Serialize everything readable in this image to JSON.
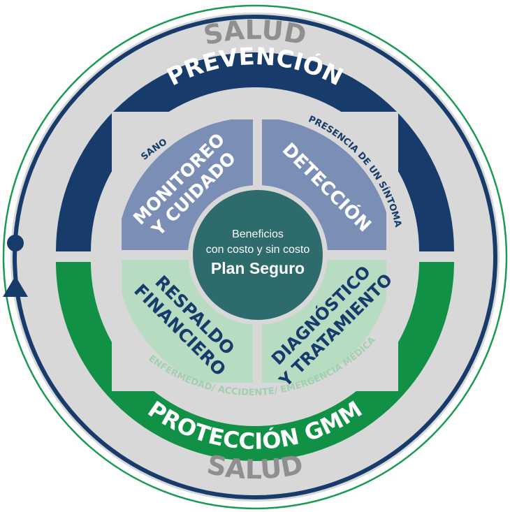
{
  "outer_top": "SALUD",
  "outer_bottom": "SALUD",
  "band_top": "PREVENCIÓN",
  "band_bottom": "PROTECCIÓN GMM",
  "quadrants": {
    "top_left": {
      "line1": "MONITOREO",
      "line2": "Y CUIDADO",
      "side_label": "SANO"
    },
    "top_right": {
      "line1": "DETECCIÓN",
      "side_label": "PRESENCIA DE UN SÍNTOMA"
    },
    "bottom_left": {
      "line1": "RESPALDO",
      "line2": "FINANCIERO"
    },
    "bottom_right": {
      "line1": "DIAGNÓSTICO",
      "line2": "Y TRATAMIENTO"
    }
  },
  "bottom_arc_label": "ENFERMEDAD/ ACCIDENTE/ EMERGENCIA MÉDICA",
  "center": {
    "line1": "Beneficios",
    "line2": "con costo y sin costo",
    "line3": "Plan Seguro"
  },
  "colors": {
    "navy": "#173c6b",
    "green": "#109146",
    "gray_ring": "#d8d8d8",
    "gray_text": "#8f8f8f",
    "slate_quadrant": "#7a8eb6",
    "mint_quadrant": "#b8dcc2",
    "center_teal": "#2d6b6c",
    "outline_green": "#1b9a52"
  }
}
